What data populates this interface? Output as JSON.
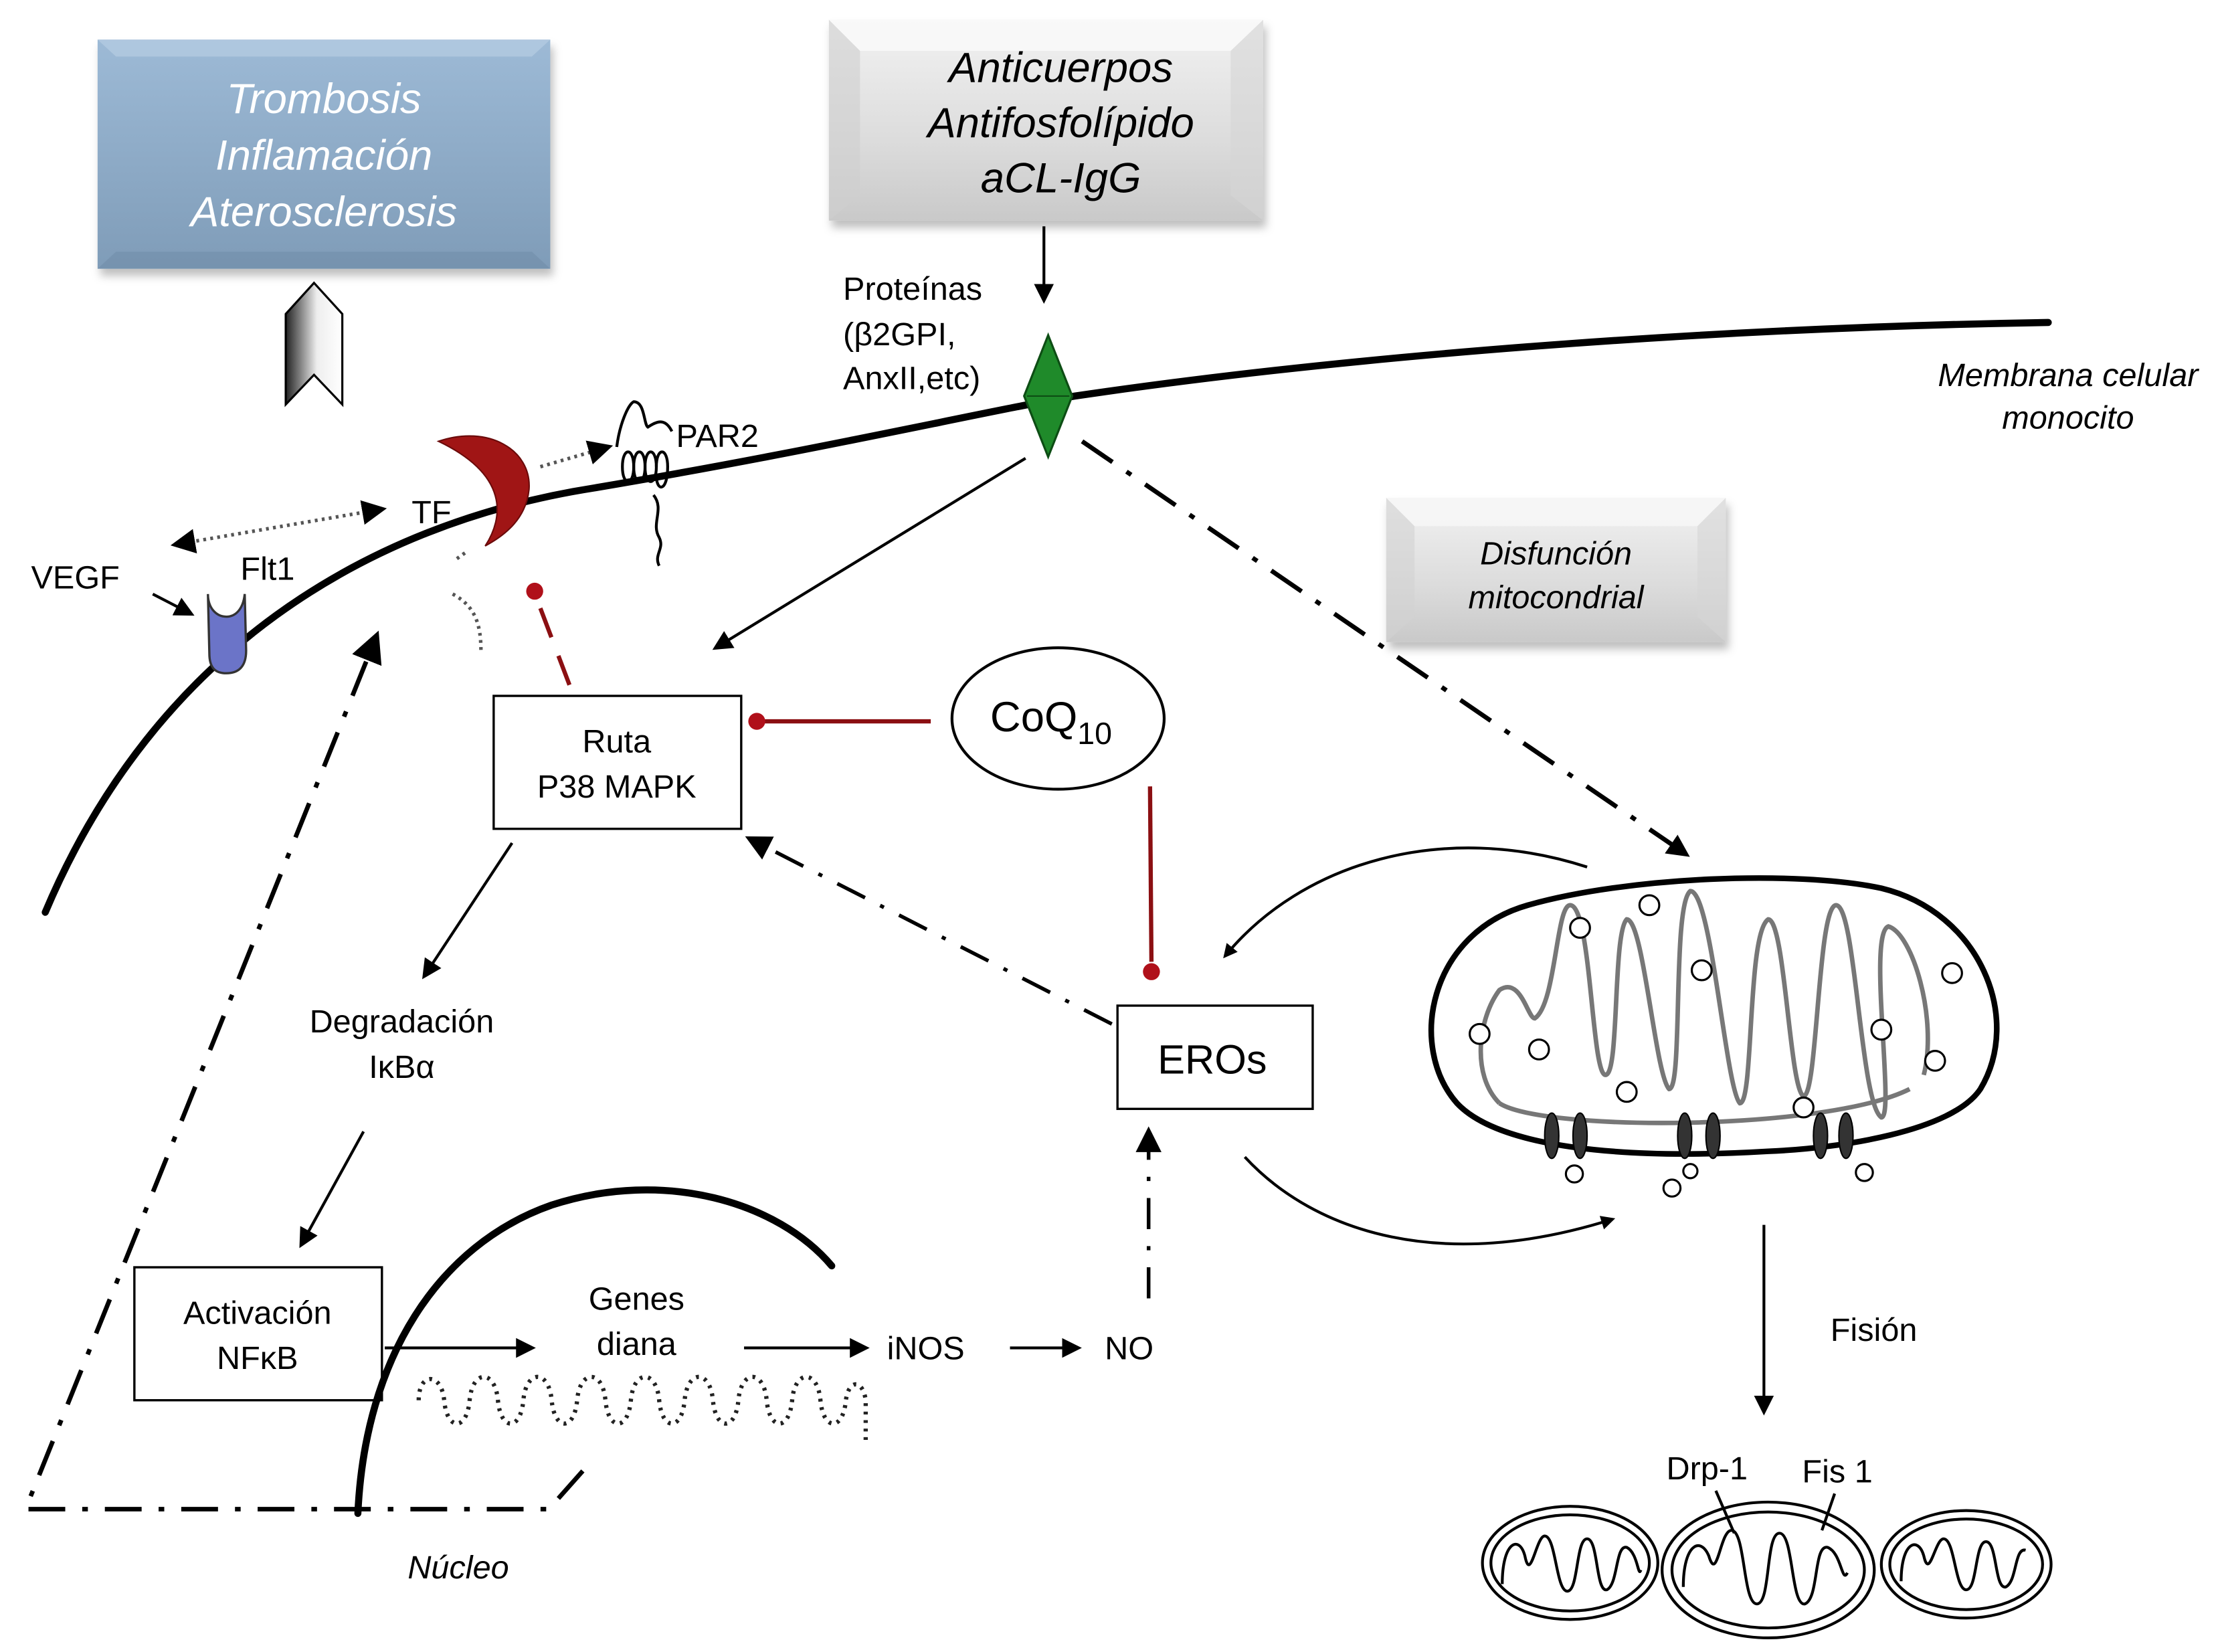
{
  "title_boxes": {
    "outcomes": {
      "lines": [
        "Trombosis",
        "Inflamación",
        "Aterosclerosis"
      ],
      "color": "#8aa8c6"
    },
    "antibodies": {
      "lines": [
        "Anticuerpos",
        "Antifosfolípido",
        "aCL-IgG"
      ],
      "color": "#e4e4e4"
    },
    "mito_dysfunction": {
      "lines": [
        "Disfunción",
        "mitocondrial"
      ],
      "color": "#e4e4e4"
    }
  },
  "labels": {
    "proteins": [
      "Proteínas",
      "(β2GPI,",
      "AnxII,etc)"
    ],
    "membrane": [
      "Membrana celular",
      "monocito"
    ],
    "par2": "PAR2",
    "tf": "TF",
    "vegf": "VEGF",
    "flt1": "Flt1",
    "p38": [
      "Ruta",
      "P38 MAPK"
    ],
    "coq10_main": "CoQ",
    "coq10_sub": "10",
    "eros": "EROs",
    "degradation": [
      "Degradación",
      "IκBα"
    ],
    "nfkb": [
      "Activación",
      "NFκB"
    ],
    "target_genes": [
      "Genes",
      "diana"
    ],
    "inos": "iNOS",
    "no": "NO",
    "nucleus": "Núcleo",
    "fission": "Fisión",
    "drp1": "Drp-1",
    "fis1": "Fis 1"
  },
  "colors": {
    "inhibition": "#8b0f12",
    "tf_receptor": "#a01515",
    "protein_diamond": "#1f8a2a",
    "flt1_receptor": "#6b74c8"
  }
}
